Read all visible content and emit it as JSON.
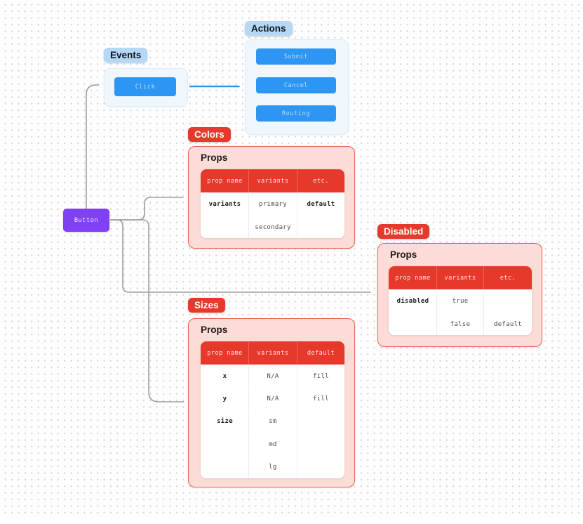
{
  "diagram": {
    "events": {
      "label": "Events",
      "click_button": "Click"
    },
    "actions": {
      "label": "Actions",
      "buttons": [
        {
          "label": "Submit"
        },
        {
          "label": "Cancel"
        },
        {
          "label": "Routing"
        }
      ]
    },
    "button_node": {
      "label": "Button"
    },
    "colors": {
      "label": "Colors",
      "heading": "Props",
      "headers": [
        "prop name",
        "variants",
        "etc."
      ],
      "rows": [
        [
          "variants",
          "primary",
          "default"
        ],
        [
          "",
          "secondary",
          ""
        ]
      ]
    },
    "disabled": {
      "label": "Disabled",
      "heading": "Props",
      "headers": [
        "prop name",
        "variants",
        "etc."
      ],
      "rows": [
        [
          "disabled",
          "true",
          ""
        ],
        [
          "",
          "false",
          "default"
        ]
      ]
    },
    "sizes": {
      "label": "Sizes",
      "heading": "Props",
      "headers": [
        "prop name",
        "variants",
        "default"
      ],
      "rows": [
        [
          "x",
          "N/A",
          "fill"
        ],
        [
          "y",
          "N/A",
          "fill"
        ],
        [
          "size",
          "sm",
          ""
        ],
        [
          "",
          "md",
          ""
        ],
        [
          "",
          "lg",
          ""
        ]
      ]
    },
    "palette": {
      "red": "#e7392b",
      "pink_card_bg": "#fbdcd7",
      "pink_card_border": "#e96350",
      "blue": "#2d96f3",
      "light_blue_frame_bg": "#eff7fd",
      "blue_tag_bg": "#b5d8f7",
      "purple": "#7f41f3",
      "arrow_gray": "#9aa0a0"
    }
  }
}
